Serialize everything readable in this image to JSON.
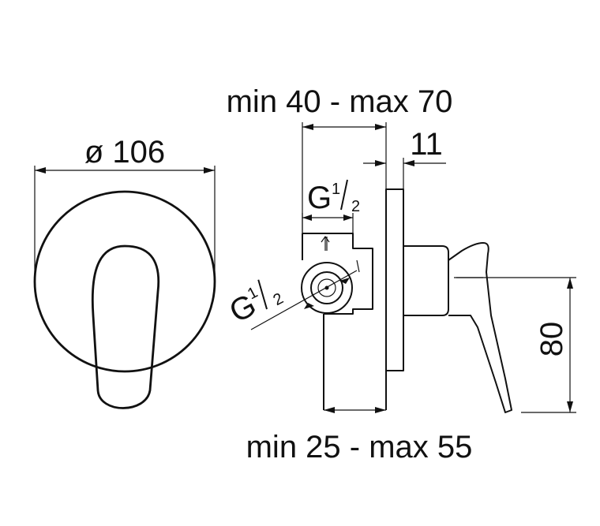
{
  "dimensions": {
    "diameter": "ø 106",
    "top_range": "min 40 - max 70",
    "plate_thickness": "11",
    "thread_top": {
      "letter": "G",
      "num": "1",
      "den": "2"
    },
    "thread_side": {
      "letter": "G",
      "num": "1",
      "den": "2"
    },
    "lever_height": "80",
    "bottom_range": "min 25 - max 55"
  }
}
